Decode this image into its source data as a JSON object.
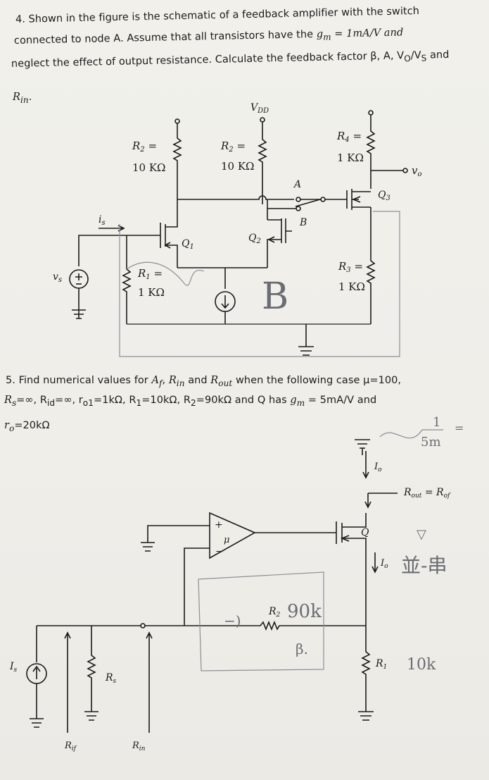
{
  "problem4": {
    "line1": "4. Shown in the figure is the schematic of a feedback amplifier with the switch",
    "line2a": "connected to node A. Assume that all transistors have the ",
    "line2_gm": "g",
    "line2_gm_sub": "m",
    "line2b": " = 1mA/V and",
    "line3": "neglect the effect of output resistance. Calculate the feedback factor β, A, V",
    "line3_vo_sub": "O",
    "line3_slash": "/V",
    "line3_vs_sub": "S",
    "line3_end": " and",
    "line4": "R",
    "line4_sub": "in",
    "line4_end": "."
  },
  "circuit1": {
    "vdd": "V",
    "vdd_sub": "DD",
    "r2a_name": "R",
    "r2a_sub": "2",
    "r2a_eq": " =",
    "r2a_val": "10 KΩ",
    "r2b_name": "R",
    "r2b_sub": "2",
    "r2b_eq": " =",
    "r2b_val": "10 KΩ",
    "r4_name": "R",
    "r4_sub": "4",
    "r4_eq": " =",
    "r4_val": "1 KΩ",
    "r1_name": "R",
    "r1_sub": "1",
    "r1_eq": " =",
    "r1_val": "1 KΩ",
    "r3_name": "R",
    "r3_sub": "3",
    "r3_eq": " =",
    "r3_val": "1 KΩ",
    "vo": "v",
    "vo_sub": "o",
    "q1": "Q",
    "q1_sub": "1",
    "q2": "Q",
    "q2_sub": "2",
    "q3": "Q",
    "q3_sub": "3",
    "node_a": "A",
    "node_b": "B",
    "is": "i",
    "is_sub": "s",
    "vs": "v",
    "vs_sub": "s",
    "hand_b": "B"
  },
  "problem5": {
    "line1a": "5. Find numerical values for ",
    "af": "A",
    "af_sub": "f",
    "comma1": ", ",
    "rin": "R",
    "rin_sub": "in",
    "and1": " and ",
    "rout": "R",
    "rout_sub": "out",
    "line1b": " when the following case μ=100,",
    "line2a": "R",
    "line2_s": "s",
    "line2b": "=∞, R",
    "line2_id": "id",
    "line2c": "=∞, r",
    "line2_o1": "o1",
    "line2d": "=1kΩ, R",
    "line2_1": "1",
    "line2e": "=10kΩ, R",
    "line2_2": "2",
    "line2f": "=90kΩ and Q has ",
    "line2_gm": "g",
    "line2_gm_sub": "m",
    "line2g": " = 5mA/V and",
    "line3a": "r",
    "line3_o": "o",
    "line3b": "=20kΩ"
  },
  "circuit2": {
    "io_top": "I",
    "io_top_sub": "o",
    "io_bot": "I",
    "io_bot_sub": "o",
    "rout_label": "R",
    "rout_sub": "out",
    "rout_eq": " = R",
    "rout_of": "of",
    "q": "Q",
    "mu": "μ",
    "plus": "+",
    "minus": "−",
    "r2": "R",
    "r2_sub": "2",
    "r1": "R",
    "r1_sub": "1",
    "rs": "R",
    "rs_sub": "s",
    "is": "I",
    "is_sub": "s",
    "rif": "R",
    "rif_sub": "if",
    "rin": "R",
    "rin_sub": "in",
    "hand_1_over": "1",
    "hand_5m": "5m",
    "hand_eq": "=",
    "hand_90k": "90k",
    "hand_10k": "10k",
    "hand_beta": "β.",
    "hand_arrow": "−)",
    "hand_chinese": "並-串",
    "hand_mark": "▽"
  }
}
